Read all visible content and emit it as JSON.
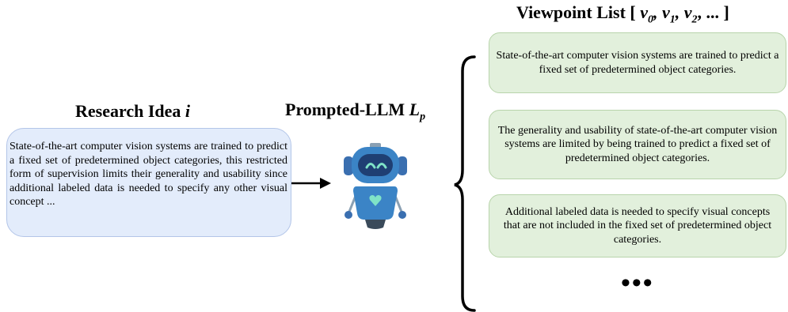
{
  "research": {
    "title_text": "Research Idea ",
    "title_var": "i",
    "text": "State-of-the-art computer vision systems are trained to predict a fixed set of predetermined object categories, this restricted form of supervision limits their generality and usability since additional labeled data is needed to specify any other visual concept ..."
  },
  "llm": {
    "title_text": "Prompted-LLM ",
    "title_var": "L",
    "title_sub": "p"
  },
  "viewpoints": {
    "title_text": "Viewpoint List [ ",
    "title_vars": "v0, v1, v2, ... ]",
    "items": [
      "State-of-the-art computer vision systems are trained to predict a fixed set of predetermined object categories.",
      "The generality and usability of state-of-the-art computer vision systems are limited by being trained to predict a fixed set of predetermined object categories.",
      "Additional labeled data is needed to specify visual concepts that are not included in the fixed set of predetermined object categories."
    ],
    "ellipsis": "•••"
  },
  "colors": {
    "research_box": "#e3ecfb",
    "viewpoint_box": "#e2f0dc",
    "robot_blue": "#3b84c6",
    "robot_face": "#1f3f73",
    "robot_eye": "#7fe3c7"
  }
}
